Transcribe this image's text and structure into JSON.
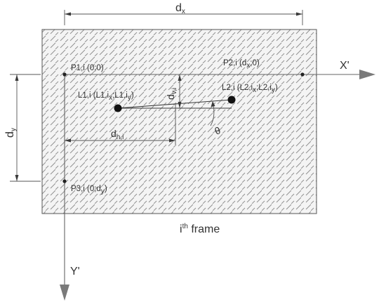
{
  "labels": {
    "dx_main": "d",
    "dx_sub": "x",
    "dy_main": "d",
    "dy_sub": "y",
    "xaxis": "X'",
    "yaxis": "Y'",
    "p1": "P1,i (0;0)",
    "p2_pre": "P2,i (d",
    "p2_sub": "x",
    "p2_post": ";0)",
    "p3_pre": "P3,i (0;d",
    "p3_sub": "y",
    "p3_post": ")",
    "l1_pre": "L1,i (L1,i",
    "l1_sub1": "x",
    "l1_mid": ";L1,i",
    "l1_sub2": "y",
    "l1_post": ")",
    "l2_pre": "L2,i (L2,i",
    "l2_sub1": "x",
    "l2_mid": ";L2,i",
    "l2_sub2": "y",
    "l2_post": ")",
    "dh_main": "d",
    "dh_sub": "h,i",
    "dv_main": "d",
    "dv_sub": "v,i",
    "theta": "θ",
    "frame_i": "i",
    "frame_th": "th",
    "frame_word": " frame"
  },
  "colors": {
    "frame_fill": "#f4f4f4",
    "hatch": "#8c8c8c",
    "border": "#555555",
    "line": "#3a3a3a",
    "arrow": "#7a7a7a",
    "text": "#333333",
    "point": "#111111"
  }
}
